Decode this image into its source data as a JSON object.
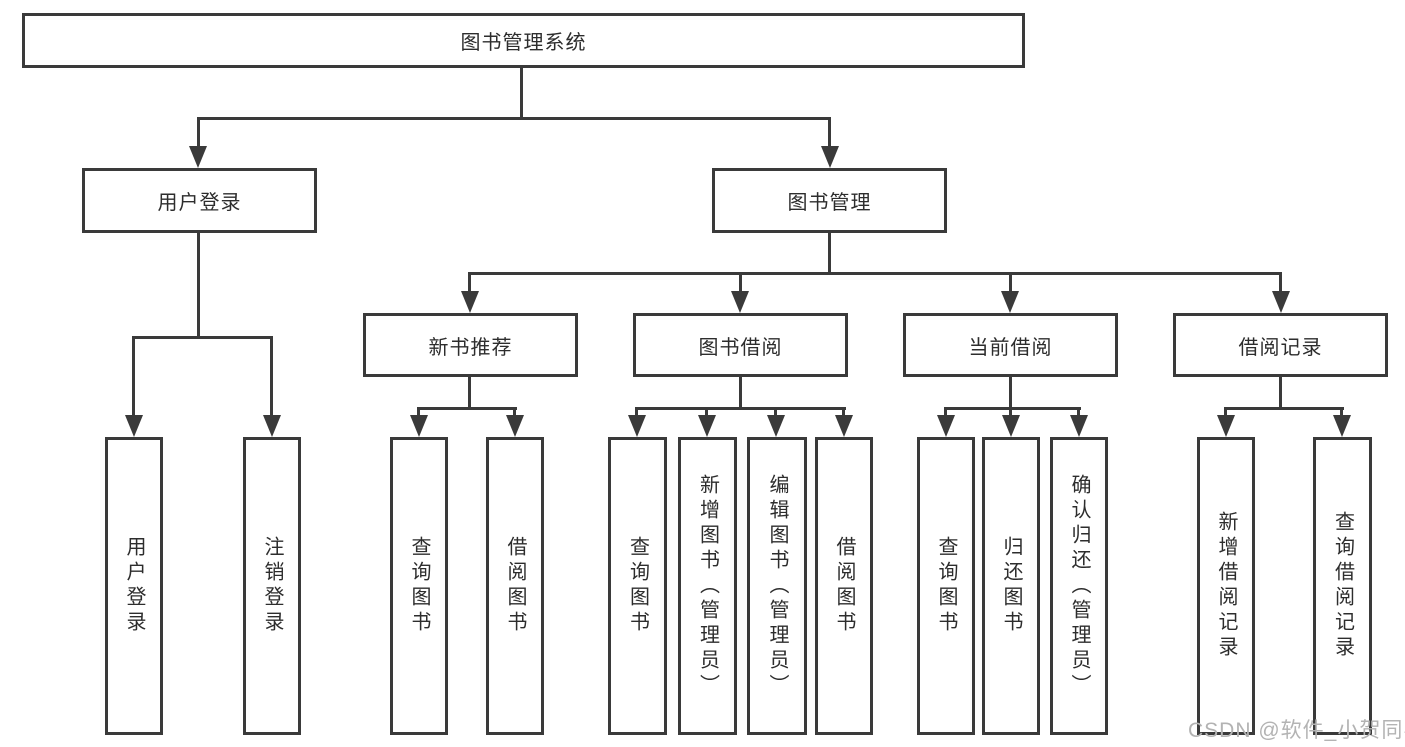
{
  "diagram": {
    "root": {
      "label": "图书管理系统"
    },
    "branches": [
      {
        "label": "用户登录",
        "children": [
          {
            "label": "用户登录"
          },
          {
            "label": "注销登录"
          }
        ]
      },
      {
        "label": "图书管理",
        "sections": [
          {
            "label": "新书推荐",
            "children": [
              {
                "label": "查询图书"
              },
              {
                "label": "借阅图书"
              }
            ]
          },
          {
            "label": "图书借阅",
            "children": [
              {
                "label": "查询图书"
              },
              {
                "label": "新增图书（管理员）"
              },
              {
                "label": "编辑图书（管理员）"
              },
              {
                "label": "借阅图书"
              }
            ]
          },
          {
            "label": "当前借阅",
            "children": [
              {
                "label": "查询图书"
              },
              {
                "label": "归还图书"
              },
              {
                "label": "确认归还（管理员）"
              }
            ]
          },
          {
            "label": "借阅记录",
            "children": [
              {
                "label": "新增借阅记录"
              },
              {
                "label": "查询借阅记录"
              }
            ]
          }
        ]
      }
    ]
  },
  "watermark": {
    "text": "CSDN @软件_小贺同学"
  },
  "colors": {
    "line": "#3a3a3a",
    "text": "#2d2d2d",
    "watermark": "#b3b3b3",
    "background": "#ffffff"
  }
}
